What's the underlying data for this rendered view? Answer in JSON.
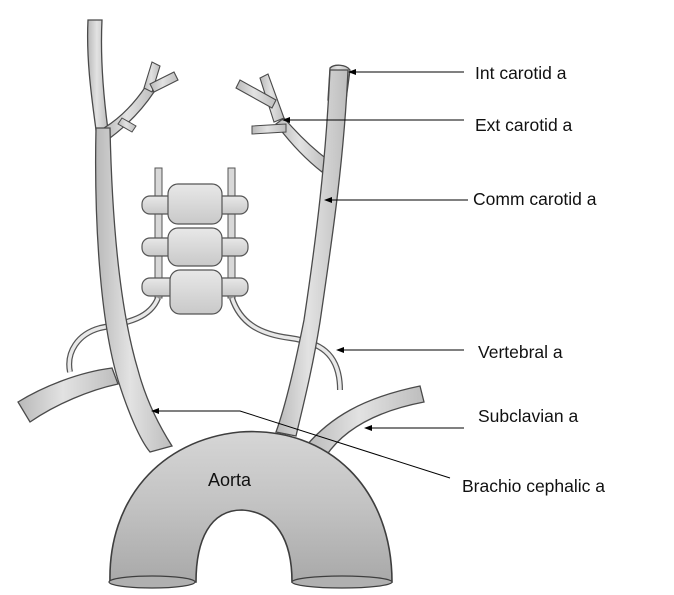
{
  "labels": {
    "int_carotid": "Int carotid a",
    "ext_carotid": "Ext carotid a",
    "comm_carotid": "Comm carotid a",
    "vertebral": "Vertebral a",
    "subclavian": "Subclavian a",
    "brachiocephalic": "Brachio cephalic a",
    "aorta": "Aorta"
  },
  "colors": {
    "vessel_fill": "#cfcfcf",
    "aorta_fill": "#c4c4c4",
    "outline": "#4a4a4a",
    "leader_line": "#000000",
    "background": "#ffffff"
  }
}
